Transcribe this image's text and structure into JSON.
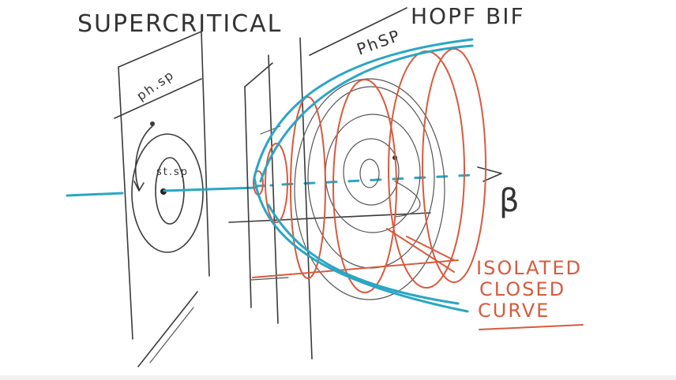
{
  "labels": {
    "title_left": "SUPERCRITICAL",
    "title_right": "HOPF BIF",
    "phase_space_left": "ph.sp",
    "stable_label": "st.sp",
    "phase_space_right": "PhSP",
    "param_symbol": "β",
    "note_line1": "ISOLATED",
    "note_line2": "CLOSED",
    "note_line3": "CURVE"
  },
  "colors": {
    "ink": "#3a3a3a",
    "branch": "#2aa6c4",
    "orbit": "#d85a3e",
    "background": "#ffffff"
  }
}
